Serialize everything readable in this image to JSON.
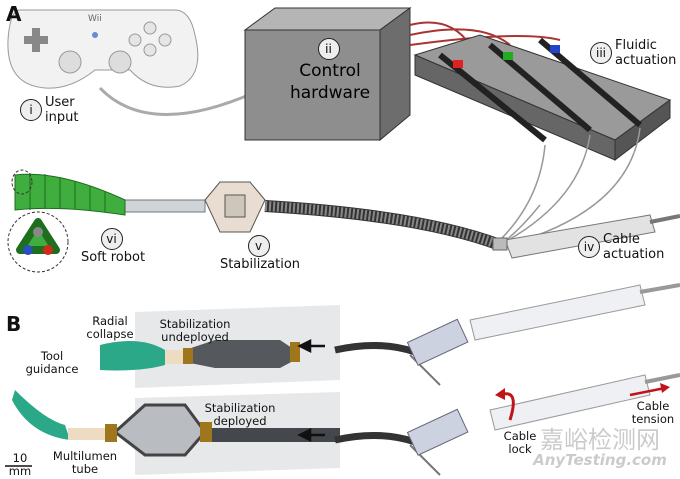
{
  "panel_a": {
    "panel_label": "A",
    "controller_brand": "Wii",
    "items": [
      {
        "num": "i",
        "label": "User input"
      },
      {
        "num": "ii",
        "label": "Control hardware"
      },
      {
        "num": "iii",
        "label": "Fluidic actuation"
      },
      {
        "num": "iv",
        "label": "Cable actuation"
      },
      {
        "num": "v",
        "label": "Stabilization"
      },
      {
        "num": "vi",
        "label": "Soft robot"
      }
    ]
  },
  "panel_b": {
    "panel_label": "B",
    "labels": {
      "radial_collapse": "Radial collapse",
      "stab_undeployed": "Stabilization undeployed",
      "tool_guidance": "Tool guidance",
      "stab_deployed": "Stabilization deployed",
      "multilumen": "Multilumen tube",
      "scale": "10 mm",
      "cable_lock": "Cable lock",
      "cable_tension": "Cable tension"
    }
  },
  "watermark": {
    "cn": "嘉峪检测网",
    "en": "AnyTesting.com"
  },
  "colors": {
    "robot_green": "#3fae3f",
    "photo_green": "#2aa888",
    "arrow_red": "#c0141a",
    "box_gray": "#8a8a8a"
  }
}
